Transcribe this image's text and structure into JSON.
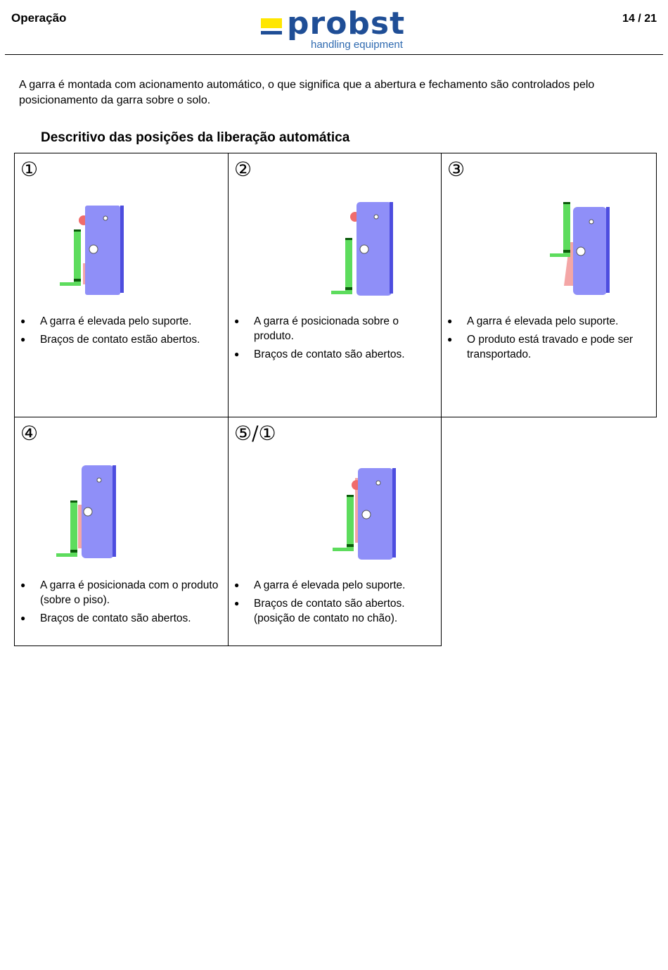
{
  "header": {
    "section": "Operação",
    "page": "14 / 21",
    "logo": {
      "word": "probst",
      "sub": "handling equipment"
    }
  },
  "intro": "A garra é montada com acionamento automático, o que significa que a abertura e fechamento são controlados pelo posicionamento da garra sobre o solo.",
  "heading": "Descritivo das posições da liberação automática",
  "colors": {
    "body": "#8f8ff8",
    "edge": "#4d4ddf",
    "arm": "#5ddc5d",
    "arm_dark": "#0a5a0a",
    "pad": "#f06c6c",
    "product": "#f4a6a6"
  },
  "steps": [
    {
      "number": "①",
      "bullets": [
        "A garra é elevada pelo suporte.",
        "Braços de contato estão abertos."
      ]
    },
    {
      "number": "②",
      "bullets": [
        "A garra é posicionada sobre o produto.",
        "Braços de contato são abertos."
      ]
    },
    {
      "number": "③",
      "bullets": [
        "A garra é elevada pelo suporte.",
        "O produto está travado e pode ser transportado."
      ]
    },
    {
      "number": "④",
      "bullets": [
        "A garra é posicionada com o produto (sobre o piso).",
        "Braços de contato são abertos."
      ]
    },
    {
      "number": "⑤/①",
      "bullets": [
        "A garra é elevada pelo suporte.",
        "Braços de contato são abertos. (posição de contato no chão)."
      ]
    }
  ]
}
